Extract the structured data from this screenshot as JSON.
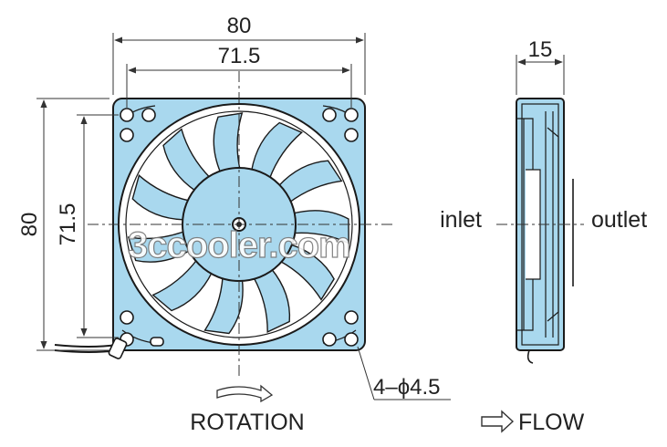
{
  "dimensions": {
    "front_width_outer": "80",
    "front_width_holes": "71.5",
    "front_height_outer": "80",
    "front_height_holes": "71.5",
    "side_thickness": "15",
    "hole_spec": "4–ϕ4.5"
  },
  "labels": {
    "inlet": "inlet",
    "outlet": "outlet",
    "rotation": "ROTATION",
    "flow": "FLOW"
  },
  "watermark": "3ccooler.com",
  "colors": {
    "fan_blue": "#a9d8ee",
    "outline": "#1a1a1a",
    "dim_line": "#333333"
  }
}
